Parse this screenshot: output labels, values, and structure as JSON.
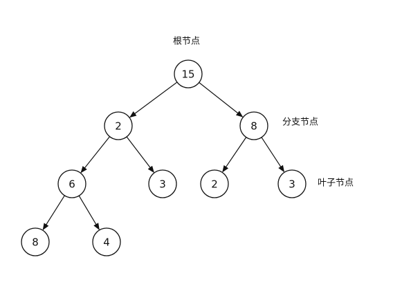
{
  "labels": {
    "root": "根节点",
    "branch": "分支节点",
    "leaf": "叶子节点"
  },
  "nodes": [
    {
      "id": "n15",
      "value": "15"
    },
    {
      "id": "n2",
      "value": "2"
    },
    {
      "id": "n8a",
      "value": "8"
    },
    {
      "id": "n6",
      "value": "6"
    },
    {
      "id": "n3a",
      "value": "3"
    },
    {
      "id": "n2b",
      "value": "2"
    },
    {
      "id": "n3b",
      "value": "3"
    },
    {
      "id": "n8b",
      "value": "8"
    },
    {
      "id": "n4",
      "value": "4"
    }
  ],
  "edges": [
    {
      "from": "n15",
      "to": "n2"
    },
    {
      "from": "n15",
      "to": "n8a"
    },
    {
      "from": "n2",
      "to": "n6"
    },
    {
      "from": "n2",
      "to": "n3a"
    },
    {
      "from": "n8a",
      "to": "n2b"
    },
    {
      "from": "n8a",
      "to": "n3b"
    },
    {
      "from": "n6",
      "to": "n8b"
    },
    {
      "from": "n6",
      "to": "n4"
    }
  ],
  "colors": {
    "stroke": "#111111",
    "fill": "#ffffff",
    "text": "#111111"
  }
}
